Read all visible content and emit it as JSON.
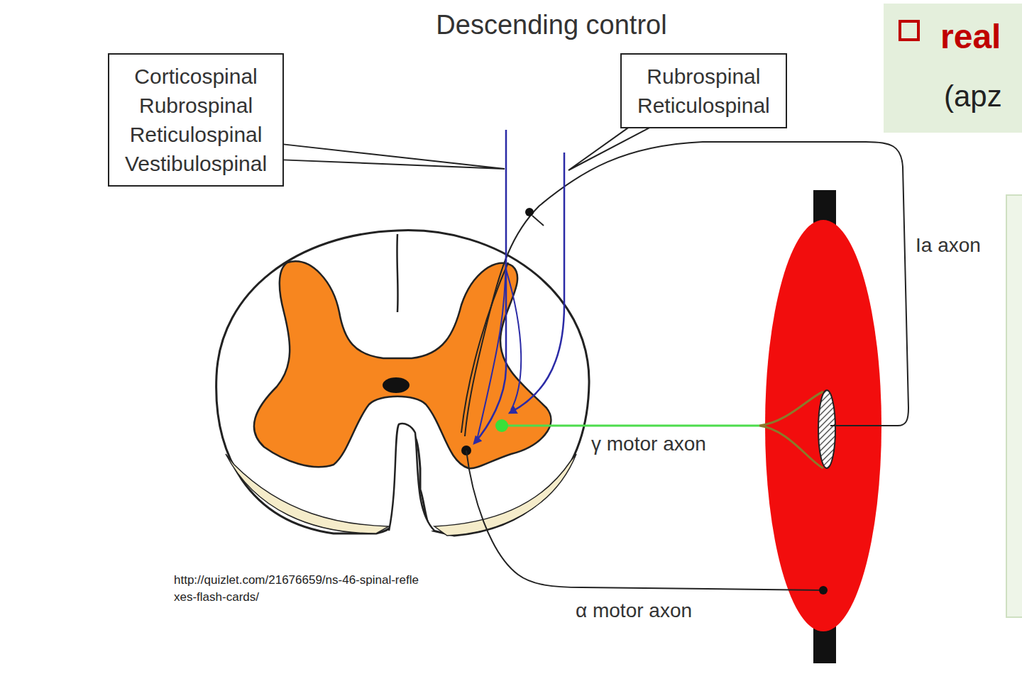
{
  "diagram": {
    "title": "Descending control",
    "nodes": [
      {
        "text": [
          "Corticospinal Rubrospinal Reticulospinal Vestibulospinal"
        ]
      },
      {
        "text": [
          "Rubrospinal Reticulospinal"
        ]
      }
    ],
    "edges": [],
    "labels": [
      "real",
      "(apz",
      "Ia axon",
      "γ motor axon",
      "α motor axon",
      "http://quizlet.com/21676659/ns-46-spinal-reflexes-flash-cards/"
    ]
  }
}
